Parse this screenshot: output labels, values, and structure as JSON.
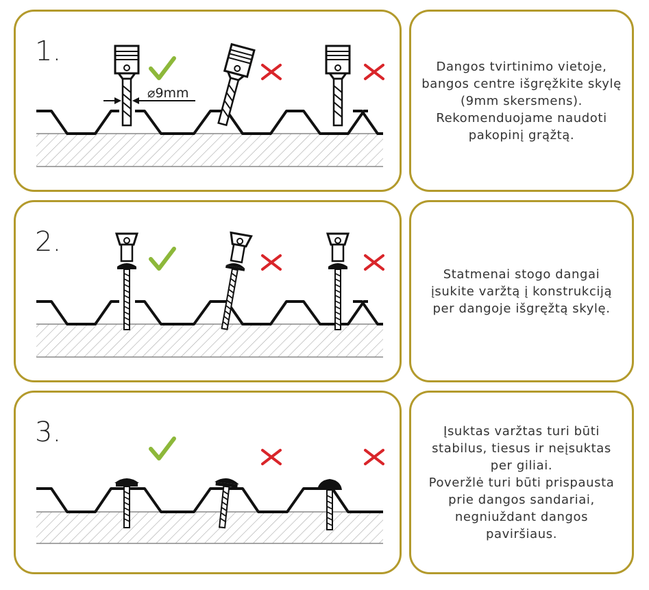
{
  "steps": [
    {
      "number": "1.",
      "diameter_label": "⌀9mm",
      "text": "Dangos tvirtinimo vietoje, bangos centre išgręžkite skylę (9mm skersmens). Rekomenduojame naudoti pakopinį grąžtą.",
      "marks": [
        "correct",
        "wrong",
        "wrong"
      ]
    },
    {
      "number": "2.",
      "text": "Statmenai stogo dangai įsukite varžtą į konstrukciją per dangoje išgręžtą skylę.",
      "marks": [
        "correct",
        "wrong",
        "wrong"
      ]
    },
    {
      "number": "3.",
      "text_lines": [
        "Įsuktas varžtas turi būti stabilus, tiesus ir neįsuktas per giliai.",
        "Poveržlė turi būti prispausta prie dangos sandariai, negniuždant dangos paviršiaus."
      ],
      "marks": [
        "correct",
        "wrong",
        "wrong"
      ]
    }
  ],
  "colors": {
    "frame": "#b39a2c",
    "check": "#8db83a",
    "cross": "#d9252a",
    "ink": "#111111",
    "hatch": "#a8a8a8"
  },
  "icons": {
    "correct": "check-mark-icon",
    "wrong": "cross-mark-icon"
  }
}
